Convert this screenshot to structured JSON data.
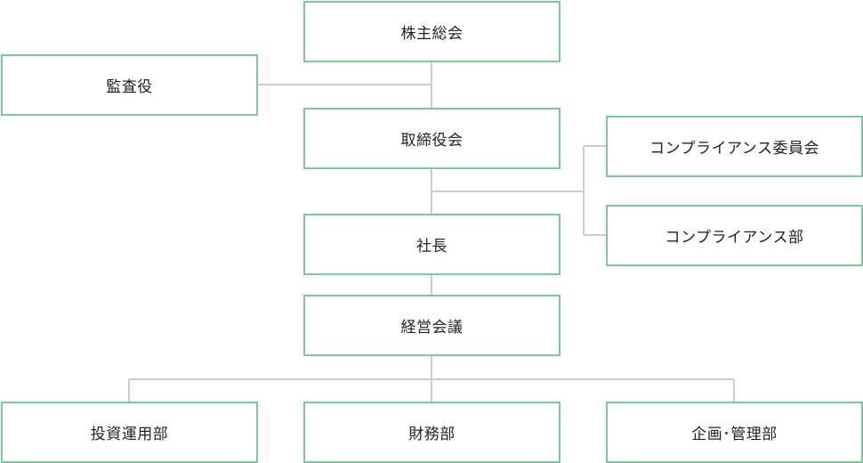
{
  "org_chart": {
    "shareholders_meeting": "株主総会",
    "auditor": "監査役",
    "board_of_directors": "取締役会",
    "compliance_committee": "コンプライアンス委員会",
    "compliance_department": "コンプライアンス部",
    "president": "社長",
    "management_meeting": "経営会議",
    "investment_management_department": "投資運用部",
    "finance_department": "財務部",
    "planning_administration_department": "企画･管理部"
  },
  "colors": {
    "box_border": "#7dc79b",
    "connector": "#cccccc",
    "text": "#222222",
    "background": "#ffffff"
  }
}
